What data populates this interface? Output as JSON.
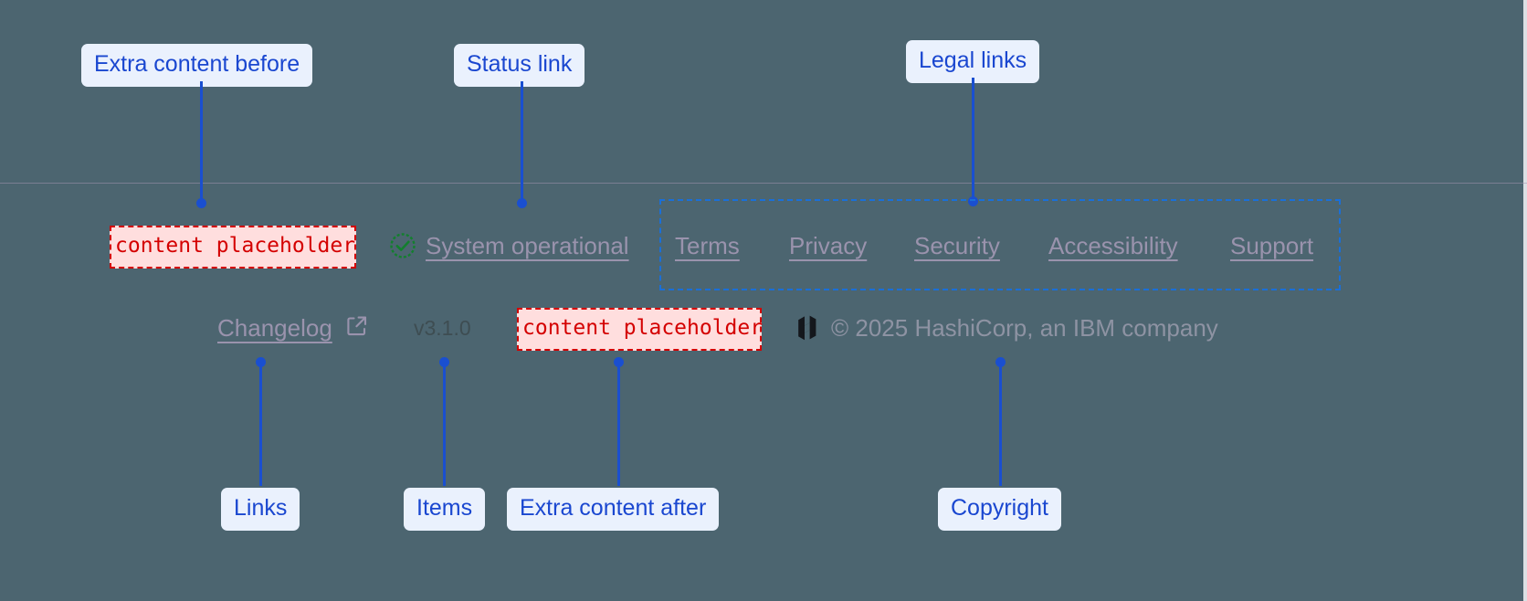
{
  "page": {
    "background_color": "#4c6570",
    "accent_annotation_color": "#1a4fd0",
    "placeholder_color": "#d40000",
    "placeholder_bg": "#ffdede",
    "group_box_color": "#1a6fd8",
    "divider_color": "#a096af"
  },
  "annotations": [
    {
      "label": "Extra content before"
    },
    {
      "label": "Status link"
    },
    {
      "label": "Legal links"
    },
    {
      "label": "Links"
    },
    {
      "label": "Items"
    },
    {
      "label": "Extra content after"
    },
    {
      "label": "Copyright"
    }
  ],
  "footer": {
    "extra_content_before": {
      "text": "content placeholder"
    },
    "extra_content_after": {
      "text": "content placeholder"
    },
    "status": {
      "icon": "check-circle-icon",
      "label": "System operational"
    },
    "legal_links": [
      {
        "label": "Terms"
      },
      {
        "label": "Privacy"
      },
      {
        "label": "Security"
      },
      {
        "label": "Accessibility"
      },
      {
        "label": "Support"
      }
    ],
    "changelog": {
      "label": "Changelog",
      "icon": "external-link-icon"
    },
    "version": {
      "label": "v3.1.0"
    },
    "copyright": {
      "logo": "hashicorp-logo",
      "text": "© 2025 HashiCorp, an IBM company"
    }
  }
}
